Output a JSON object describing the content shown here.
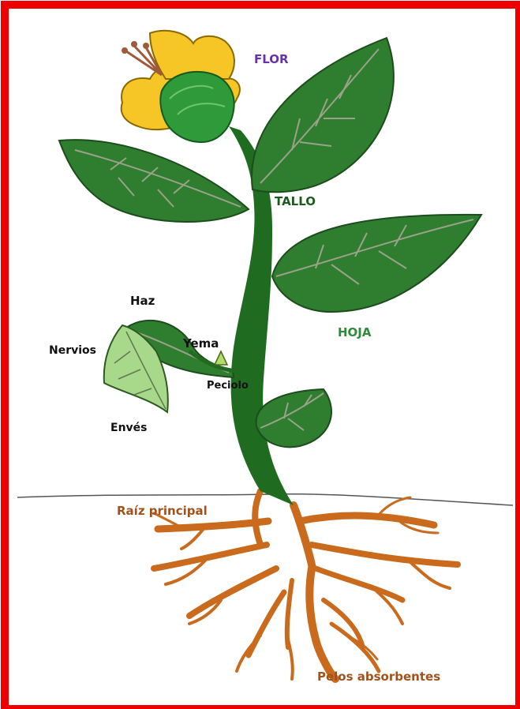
{
  "labels": {
    "flor": "FLOR",
    "tallo": "TALLO",
    "hoja": "HOJA",
    "haz": "Haz",
    "nervios": "Nervios",
    "yema": "Yema",
    "peciolo": "Peciolo",
    "enves": "Envés",
    "raiz_principal": "Raíz principal",
    "pelos_absorbentes": "Pelos absorbentes"
  },
  "colors": {
    "frame": "#ee0000",
    "stem": "#1f6b1f",
    "leaf": "#2f7d2f",
    "leaf_light": "#a8d88a",
    "vein": "#9aa28a",
    "flower_petal": "#f6c526",
    "flower_sepal": "#2e9a3a",
    "root": "#c96a1c",
    "ground": "#555555",
    "label_flor": "#6633aa",
    "label_tallo": "#1e5a1e",
    "label_hoja": "#2e8b3a",
    "label_dark": "#111111",
    "label_root": "#a0521a"
  }
}
